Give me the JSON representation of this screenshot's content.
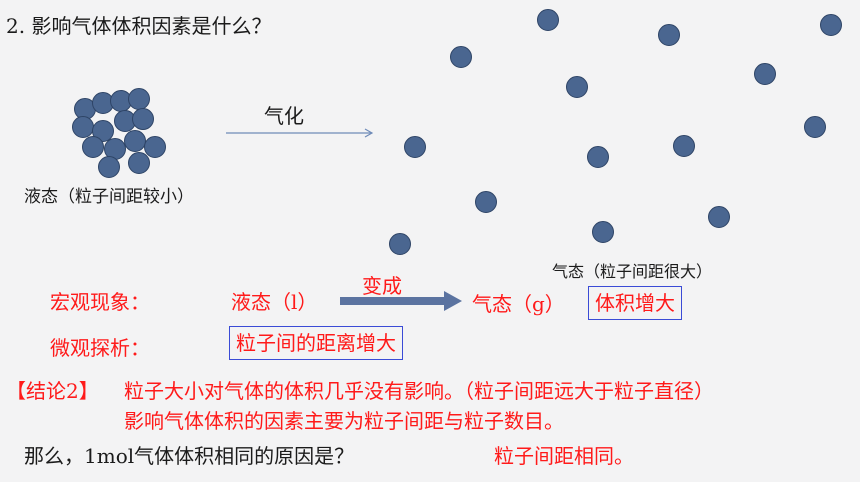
{
  "question": "2.  影响气体体积因素是什么？",
  "vaporize_label": "气化",
  "liquid_label": "液态（粒子间距较小）",
  "gas_label": "气态（粒子间距很大）",
  "macro": {
    "label": "宏观现象：",
    "from": "液态（l）",
    "change": "变成",
    "to": "气态（g）",
    "result": "体积增大"
  },
  "micro": {
    "label": "微观探析：",
    "result": "粒子间的距离增大"
  },
  "conclusion": {
    "tag": "【结论2】",
    "line1": "粒子大小对气体的体积几乎没有影响。（粒子间距远大于粒子直径）",
    "line2": "影响气体体积的因素主要为粒子间距与粒子数目。"
  },
  "final": {
    "question": "那么，1mol气体体积相同的原因是？",
    "answer": "粒子间距相同。"
  },
  "colors": {
    "background": "#f3f3f4",
    "particle": "#4a6690",
    "emphasis": "#ff1a1a",
    "box_border": "#3a4bd6"
  }
}
